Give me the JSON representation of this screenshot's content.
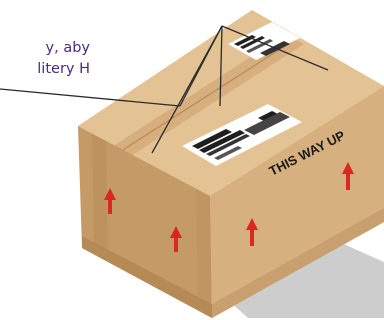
{
  "callout": {
    "line1": "y, aby",
    "line2": "litery H"
  },
  "stamp": {
    "text": "THIS WAY UP"
  },
  "colors": {
    "accent": "#4a2a8a",
    "box_front": "#c49a66",
    "box_side": "#d7b07f",
    "box_top": "#e3c294",
    "tape": "#cfa877",
    "arrow": "#d8281f",
    "shadow": "#c9c9c9",
    "leader_line": "#2b2b2b"
  },
  "icons": {
    "arrow": "up-arrow-icon",
    "label": "shipping-label-icon"
  }
}
